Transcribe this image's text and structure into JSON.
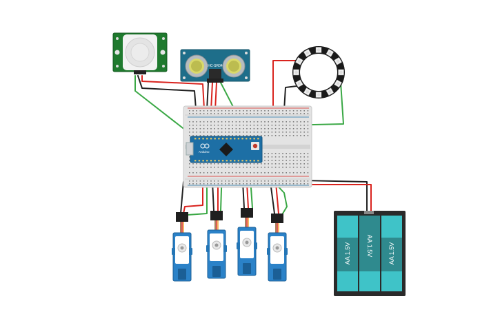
{
  "colors": {
    "wire_red": "#d9231e",
    "wire_black": "#222222",
    "wire_green": "#3aa845",
    "wire_purple": "#6a3fa0",
    "breadboard": "#e3e3e3",
    "arduino": "#1d6fa5",
    "pir_board": "#1f7a2e",
    "sonar_board": "#1e6e8a",
    "servo": "#2b82c8",
    "battery_cell": "#3fc3c8",
    "battery_holder": "#2a2a2a"
  },
  "components": {
    "pir_sensor": {
      "icon": "pir-motion-sensor"
    },
    "ultrasonic_sensor": {
      "text": "HC-SR04",
      "icon": "ultrasonic-sensor"
    },
    "neopixel_ring": {
      "icon": "led-ring",
      "led_count": 12
    },
    "breadboard": {
      "icon": "breadboard"
    },
    "arduino": {
      "text": "Arduino",
      "icon": "arduino-micro"
    },
    "servos": [
      {
        "icon": "servo-motor"
      },
      {
        "icon": "servo-motor"
      },
      {
        "icon": "servo-motor"
      },
      {
        "icon": "servo-motor"
      }
    ],
    "battery_pack": {
      "icon": "battery-holder",
      "cells": [
        {
          "label": "AA 1.5V"
        },
        {
          "label": "AA 1.5V"
        },
        {
          "label": "AA 1.5V"
        }
      ]
    }
  }
}
